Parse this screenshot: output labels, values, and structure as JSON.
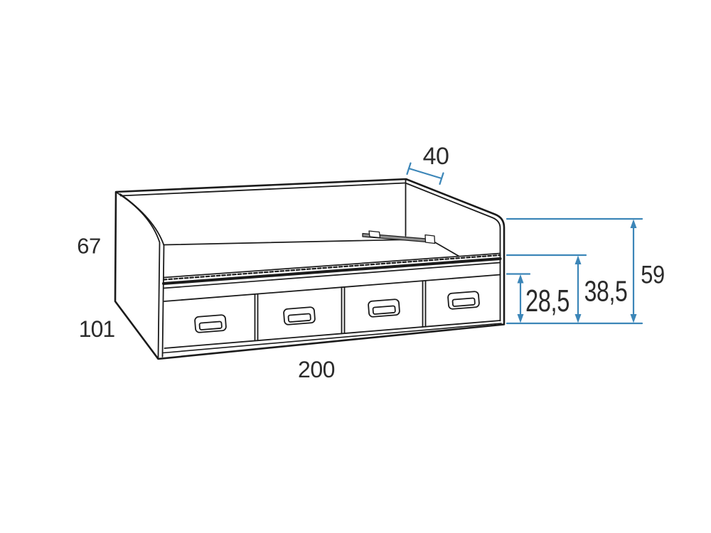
{
  "figure": {
    "kind": "furniture-dimension-drawing",
    "item": "daybed with storage drawers",
    "drawer_count": 4
  },
  "colors": {
    "outline": "#1b1b1b",
    "dimension_blue": "#3c86b8",
    "label_text": "#2b2b2b",
    "background": "#ffffff",
    "bracket_fill": "#8f8f8f"
  },
  "labels": {
    "armrest_top_width": "40",
    "backrest_height": "67",
    "bed_depth": "101",
    "bed_length": "200",
    "drawer_section_height": "28,5",
    "platform_height": "38,5",
    "armrest_height": "59"
  }
}
